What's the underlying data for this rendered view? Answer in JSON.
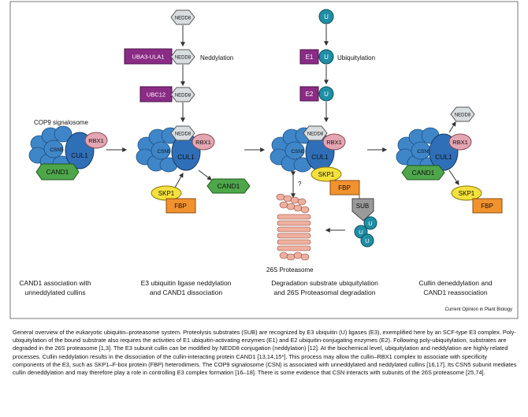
{
  "diagram": {
    "labels": {
      "nedd8": "NEDD8",
      "u": "U",
      "uba3": "UBA3-ULA1",
      "ubc12": "UBC12",
      "e1": "E1",
      "e2": "E2",
      "neddylation": "Neddylation",
      "ubiquitylation": "Ubiquitylation",
      "csn": "COP9 signalosome",
      "csn5": "CSN5",
      "cul1": "CUL1",
      "rbx1": "RBX1",
      "cand1": "CAND1",
      "skp1": "SKP1",
      "fbp": "FBP",
      "sub": "SUB",
      "question": "?",
      "proteasome": "26S Proteasome",
      "source": "Current Opinion in Plant Biology"
    },
    "panels": [
      {
        "line1": "CAND1 association with",
        "line2": "unneddylated cullins"
      },
      {
        "line1": "E3 ubiquitin ligase neddylation",
        "line2": "and CAND1 dissociation"
      },
      {
        "line1": "Degradation substrate ubiquitylation",
        "line2": "and 26S Proteasomal degradation"
      },
      {
        "line1": "Cullin deneddylation and",
        "line2": "CAND1 reassociation"
      }
    ],
    "colors": {
      "nedd8": "#d8dde0",
      "ubiquitin": "#1f8fa6",
      "enzyme": "#8a2c85",
      "csn_blue": "#3f86c9",
      "cul1": "#2f6fb8",
      "rbx1": "#e3a6b2",
      "cand1": "#4ea64a",
      "skp1": "#f4e13c",
      "fbp": "#f1922e",
      "sub": "#9a9a9a",
      "proteasome": "#efb0a0"
    }
  },
  "caption": "General overview of the eukaryotic ubiquitin–proteasome system. Proteolysis substrates (SUB) are recognized by E3 ubiquitin (U) ligases (E3), exemplified here by an SCF-type E3 complex. Poly-ubiquitylation of the bound substrate also requires the activities of E1 ubiquitin-activating enzymes (E1) and E2 ubiquitin-conjugating enzymes (E2). Following poly-ubiquitylation, substrates are degraded in the 26S proteasome [1,3]. The E3 subunit cullin can be modified by NEDD8 conjugation (neddylation) [12]. At the biochemical level, ubiquitylation and neddylation are highly related processes. Cullin neddylation results in the dissociation of the cullin-interacting protein CAND1 [13,14,15*]. This process may allow the cullin–RBX1 complex to associate with specificity components of the E3, such as SKP1–F-box protein (FBP) heterodimers. The COP9 signalosome (CSN) is associated with unneddylated and neddylated cullins [16,17]. Its CSN5 subunit mediates cullin deneddylation and may therefore play a role in controlling E3 complex formation [16–18]. There is some evidence that CSN interacts with subunits of the 26S proteasome [25,74]."
}
